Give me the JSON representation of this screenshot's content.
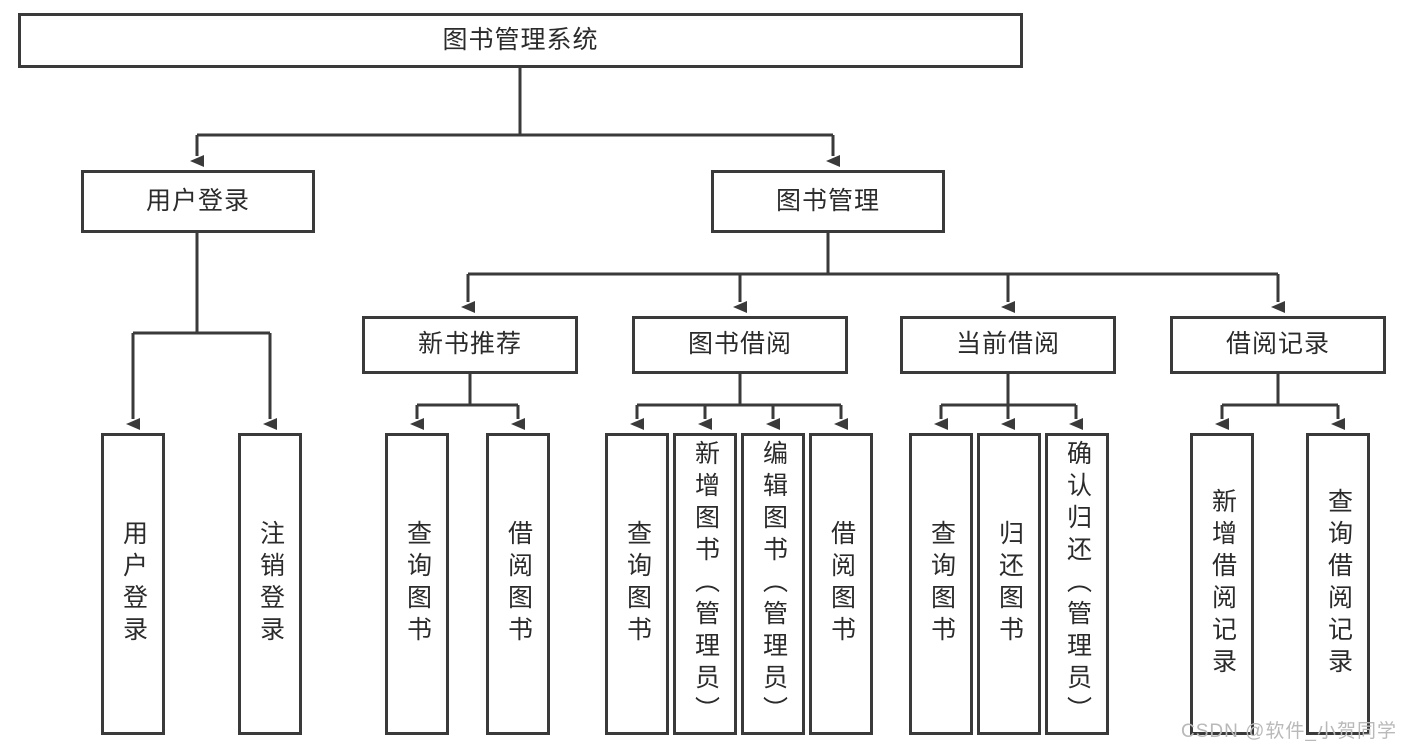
{
  "diagram": {
    "title": "图书管理系统",
    "type": "tree-hierarchy-chart",
    "colors": {
      "stroke": "#3a3a3a",
      "fill": "#ffffff",
      "text": "#2b2b2b",
      "watermark": "#b9b9b9"
    },
    "levels": {
      "root": {
        "label": "图书管理系统"
      },
      "level2": [
        {
          "id": "user-login",
          "label": "用户登录"
        },
        {
          "id": "book-manage",
          "label": "图书管理"
        }
      ],
      "level3": [
        {
          "id": "new-book-recommend",
          "label": "新书推荐",
          "parent": "book-manage"
        },
        {
          "id": "book-borrow",
          "label": "图书借阅",
          "parent": "book-manage"
        },
        {
          "id": "current-borrow",
          "label": "当前借阅",
          "parent": "book-manage"
        },
        {
          "id": "borrow-record",
          "label": "借阅记录",
          "parent": "book-manage"
        }
      ],
      "leaves": [
        {
          "id": "leaf-user-login",
          "label": "用户登录",
          "parent": "user-login"
        },
        {
          "id": "leaf-logout",
          "label": "注销登录",
          "parent": "user-login"
        },
        {
          "id": "leaf-query-book-1",
          "label": "查询图书",
          "parent": "new-book-recommend"
        },
        {
          "id": "leaf-borrow-book-1",
          "label": "借阅图书",
          "parent": "new-book-recommend"
        },
        {
          "id": "leaf-query-book-2",
          "label": "查询图书",
          "parent": "book-borrow"
        },
        {
          "id": "leaf-add-book",
          "label": "新增图书（管理员）",
          "parent": "book-borrow"
        },
        {
          "id": "leaf-edit-book",
          "label": "编辑图书（管理员）",
          "parent": "book-borrow"
        },
        {
          "id": "leaf-borrow-book-2",
          "label": "借阅图书",
          "parent": "book-borrow"
        },
        {
          "id": "leaf-query-book-3",
          "label": "查询图书",
          "parent": "current-borrow"
        },
        {
          "id": "leaf-return-book",
          "label": "归还图书",
          "parent": "current-borrow"
        },
        {
          "id": "leaf-confirm-return",
          "label": "确认归还（管理员）",
          "parent": "current-borrow"
        },
        {
          "id": "leaf-add-record",
          "label": "新增借阅记录",
          "parent": "borrow-record"
        },
        {
          "id": "leaf-query-record",
          "label": "查询借阅记录",
          "parent": "borrow-record"
        }
      ]
    },
    "watermark": "CSDN @软件_小贺同学"
  }
}
